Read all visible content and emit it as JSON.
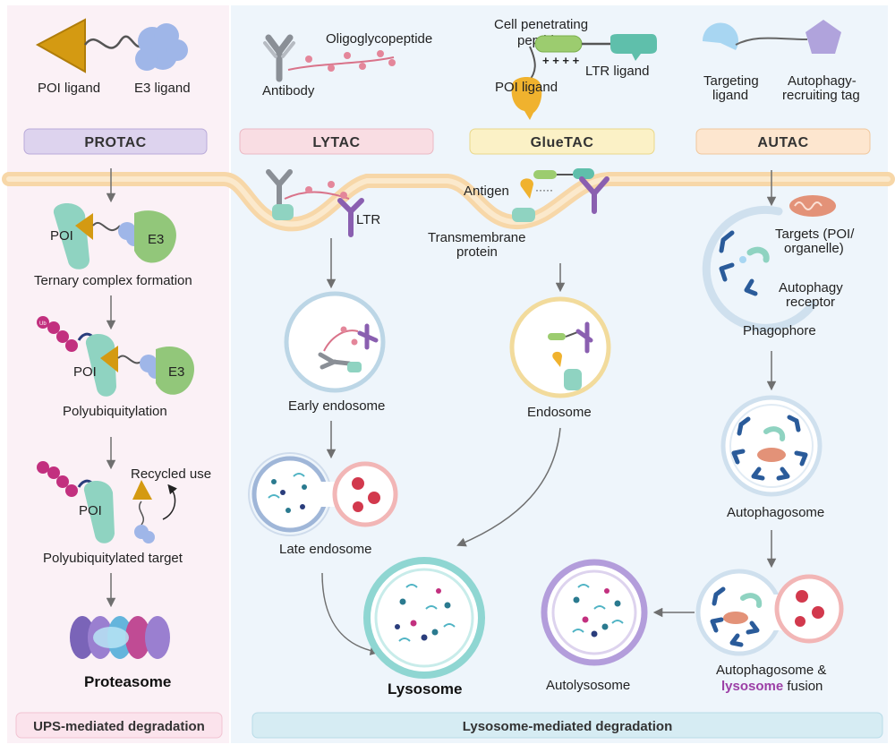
{
  "colors": {
    "protac": "#ddd3ee",
    "lytac": "#f9dde3",
    "gluetac": "#fbf1c6",
    "autac": "#fde6cf",
    "membrane": "#f7d7a8",
    "poi": "#8fd3c1",
    "e3": "#9fb6e8",
    "ub": "#c2307f",
    "lyso_ring": "#8fd6d2",
    "autolyso_ring": "#b39ddb",
    "late_right": "#f2b6b6"
  },
  "pills": {
    "protac": "PROTAC",
    "lytac": "LYTAC",
    "gluetac": "GlueTAC",
    "autac": "AUTAC"
  },
  "top": {
    "poi_ligand": "POI ligand",
    "e3_ligand": "E3 ligand",
    "antibody": "Antibody",
    "oligoglycopeptide": "Oligoglycopeptide",
    "cpp_line1": "Cell penetrating",
    "cpp_line2": "peptide",
    "plus": "+ + + +",
    "ltr_ligand": "LTR ligand",
    "glue_poi_ligand": "POI ligand",
    "targeting_line1": "Targeting",
    "targeting_line2": "ligand",
    "autophagy_tag_line1": "Autophagy-",
    "autophagy_tag_line2": "recruiting tag"
  },
  "membrane_labels": {
    "ltr": "LTR",
    "antigen": "Antigen",
    "dots": "·····",
    "transmembrane_line1": "Transmembrane",
    "transmembrane_line2": "protein"
  },
  "protac_steps": {
    "poi1": "POI",
    "e3_1": "E3",
    "ternary": "Ternary complex formation",
    "poi2": "POI",
    "e3_2": "E3",
    "ub": "Ub",
    "polyub": "Polyubiquitylation",
    "poi3": "POI",
    "recycled": "Recycled use",
    "polyub_target": "Polyubiquitylated target",
    "proteasome": "Proteasome"
  },
  "lytac_steps": {
    "early": "Early endosome",
    "late": "Late endosome"
  },
  "glue_steps": {
    "endosome": "Endosome"
  },
  "autac_steps": {
    "targets_line1": "Targets (POI/",
    "targets_line2": "organelle)",
    "receptor_line1": "Autophagy",
    "receptor_line2": "receptor",
    "phagophore": "Phagophore",
    "autophagosome": "Autophagosome",
    "fusion_line1": "Autophagosome &",
    "fusion_lyso": "lysosome",
    "fusion_end": " fusion"
  },
  "center": {
    "lysosome": "Lysosome",
    "autolysosome": "Autolysosome"
  },
  "footer": {
    "ups": "UPS-mediated degradation",
    "lysosome_mediated": "Lysosome-mediated degradation"
  }
}
